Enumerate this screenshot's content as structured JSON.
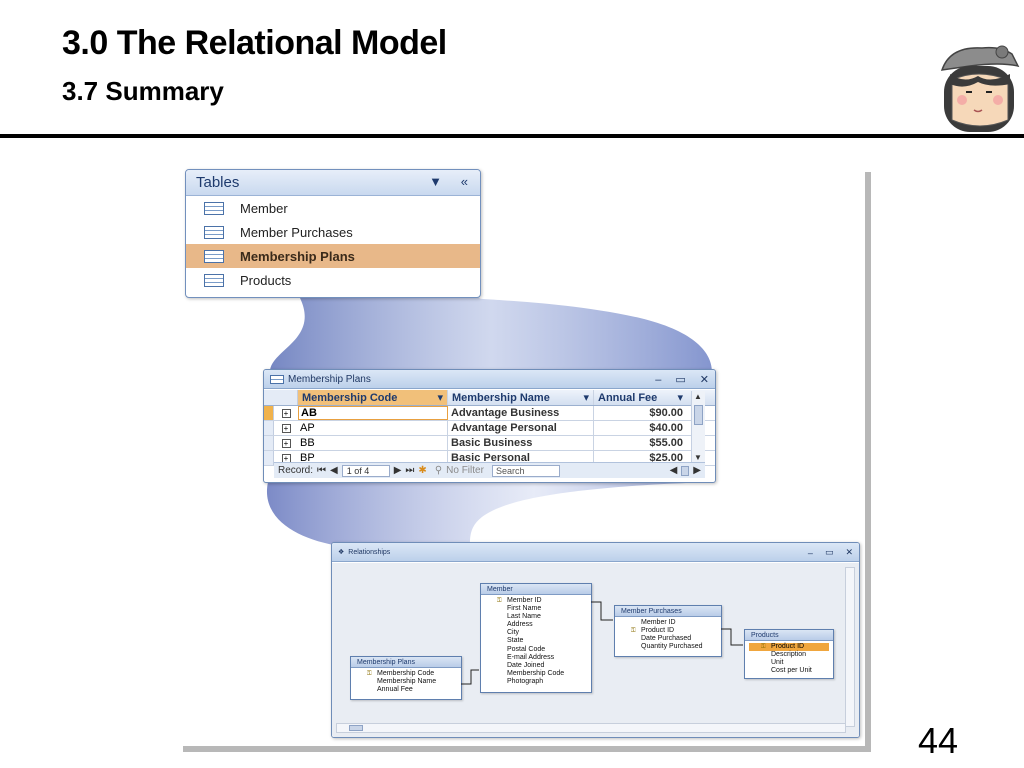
{
  "slide": {
    "title": "3.0 The Relational Model",
    "subtitle": "3.7 Summary",
    "page_number": "44"
  },
  "nav_pane": {
    "header": "Tables",
    "items": [
      "Member",
      "Member Purchases",
      "Membership Plans",
      "Products"
    ],
    "selected_index": 2
  },
  "datasheet": {
    "title": "Membership Plans",
    "columns": [
      "Membership Code",
      "Membership Name",
      "Annual Fee"
    ],
    "rows": [
      {
        "code": "AB",
        "name": "Advantage Business",
        "fee": "$90.00"
      },
      {
        "code": "AP",
        "name": "Advantage Personal",
        "fee": "$40.00"
      },
      {
        "code": "BB",
        "name": "Basic Business",
        "fee": "$55.00"
      },
      {
        "code": "BP",
        "name": "Basic Personal",
        "fee": "$25.00"
      }
    ],
    "record_label": "Record:",
    "record_position": "1 of 4",
    "filter_label": "No Filter",
    "search_placeholder": "Search"
  },
  "relationships": {
    "title": "Relationships",
    "tables": {
      "membership_plans": {
        "name": "Membership Plans",
        "fields": [
          "Membership Code",
          "Membership Name",
          "Annual Fee"
        ]
      },
      "member": {
        "name": "Member",
        "fields": [
          "Member ID",
          "First Name",
          "Last Name",
          "Address",
          "City",
          "State",
          "Postal Code",
          "E-mail Address",
          "Date Joined",
          "Membership Code",
          "Photograph"
        ]
      },
      "member_purchases": {
        "name": "Member Purchases",
        "fields": [
          "Member ID",
          "Product ID",
          "Date Purchased",
          "Quantity Purchased"
        ]
      },
      "products": {
        "name": "Products",
        "fields": [
          "Product ID",
          "Description",
          "Unit",
          "Cost per Unit"
        ]
      }
    }
  },
  "colors": {
    "selection_orange": "#e8b889",
    "window_blue": "#bcd0ea",
    "ribbon_blue": "#6f83c6"
  }
}
